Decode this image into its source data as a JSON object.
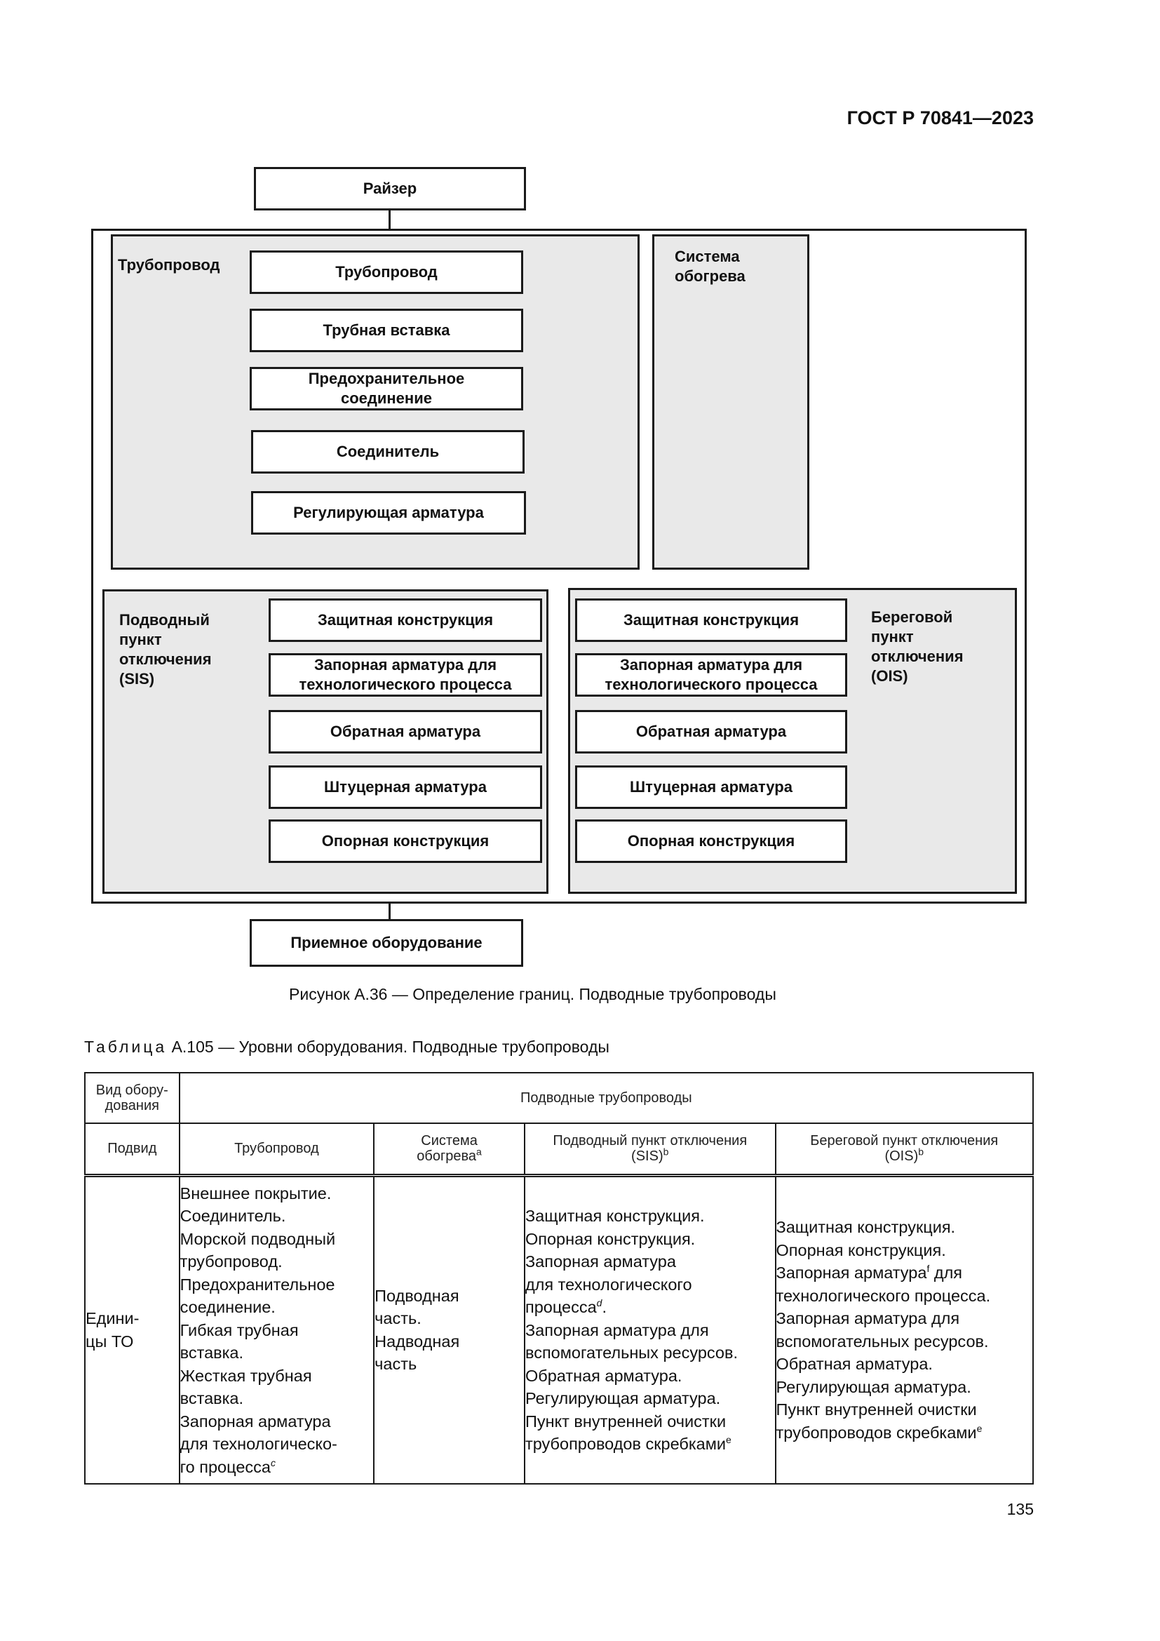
{
  "header": {
    "standard": "ГОСТ Р 70841—2023"
  },
  "diagram": {
    "top_box": "Райзер",
    "bottom_box": "Приемное оборудование",
    "pipeline_panel": {
      "label": "Трубопровод",
      "items": [
        "Трубопровод",
        "Трубная вставка",
        "Предохранительное соединение",
        "Соединитель",
        "Регулирующая арматура"
      ]
    },
    "heating_panel": {
      "label": "Система обогрева"
    },
    "sis_panel": {
      "label": "Подводный пункт отключения (SIS)",
      "items": [
        "Защитная конструкция",
        "Запорная арматура для технологического процесса",
        "Обратная арматура",
        "Штуцерная арматура",
        "Опорная конструкция"
      ]
    },
    "ois_panel": {
      "label": "Береговой пункт отключения (OIS)",
      "items": [
        "Защитная конструкция",
        "Запорная арматура для технологического процесса",
        "Обратная арматура",
        "Штуцерная арматура",
        "Опорная конструкция"
      ]
    }
  },
  "figure_caption": "Рисунок А.36 — Определение границ. Подводные трубопроводы",
  "table_caption": {
    "word": "Таблица",
    "rest": " А.105 — Уровни оборудования. Подводные трубопроводы"
  },
  "table": {
    "h_equip_type": "Вид обору-дования",
    "h_group": "Подводные трубопроводы",
    "h_subdivision": "Подвид",
    "h_pipeline": "Трубопровод",
    "h_heating": "Система обогрева",
    "h_heating_mark": "a",
    "h_sis": "Подводный пункт отключения (SIS)",
    "h_sis_mark": "b",
    "h_ois": "Береговой пункт отключения (OIS)",
    "h_ois_mark": "b",
    "row_label": [
      "Едини-",
      "цы ТО"
    ],
    "pipeline_lines": [
      "Внешнее покрытие.",
      "Соединитель.",
      "Морской подводный",
      "трубопровод.",
      "Предохранительное",
      "соединение.",
      "Гибкая трубная",
      "вставка.",
      "Жесткая трубная",
      "вставка.",
      "Запорная арматура",
      "для технологическо-",
      "го процесса"
    ],
    "pipeline_mark": "c",
    "heating_lines": [
      "Подводная",
      "часть.",
      "Надводная",
      "часть"
    ],
    "sis_lines": [
      "Защитная конструкция.",
      "Опорная конструкция.",
      "Запорная арматура",
      "для технологического",
      "процесса",
      "Запорная арматура для",
      "вспомогательных ресурсов.",
      "Обратная арматура.",
      "Регулирующая арматура.",
      "Пункт внутренней очистки",
      "трубопроводов скребками"
    ],
    "sis_mark_d": "d",
    "sis_mark_e": "e",
    "ois_lines": [
      "Защитная конструкция.",
      "Опорная конструкция.",
      "Запорная арматура",
      "для",
      "технологического процесса.",
      "Запорная арматура для",
      "вспомогательных ресурсов.",
      "Обратная арматура.",
      "Регулирующая арматура.",
      "Пункт внутренней очистки",
      "трубопроводов скребками"
    ],
    "ois_mark_f": "f",
    "ois_mark_e": "e"
  },
  "page_number": "135"
}
